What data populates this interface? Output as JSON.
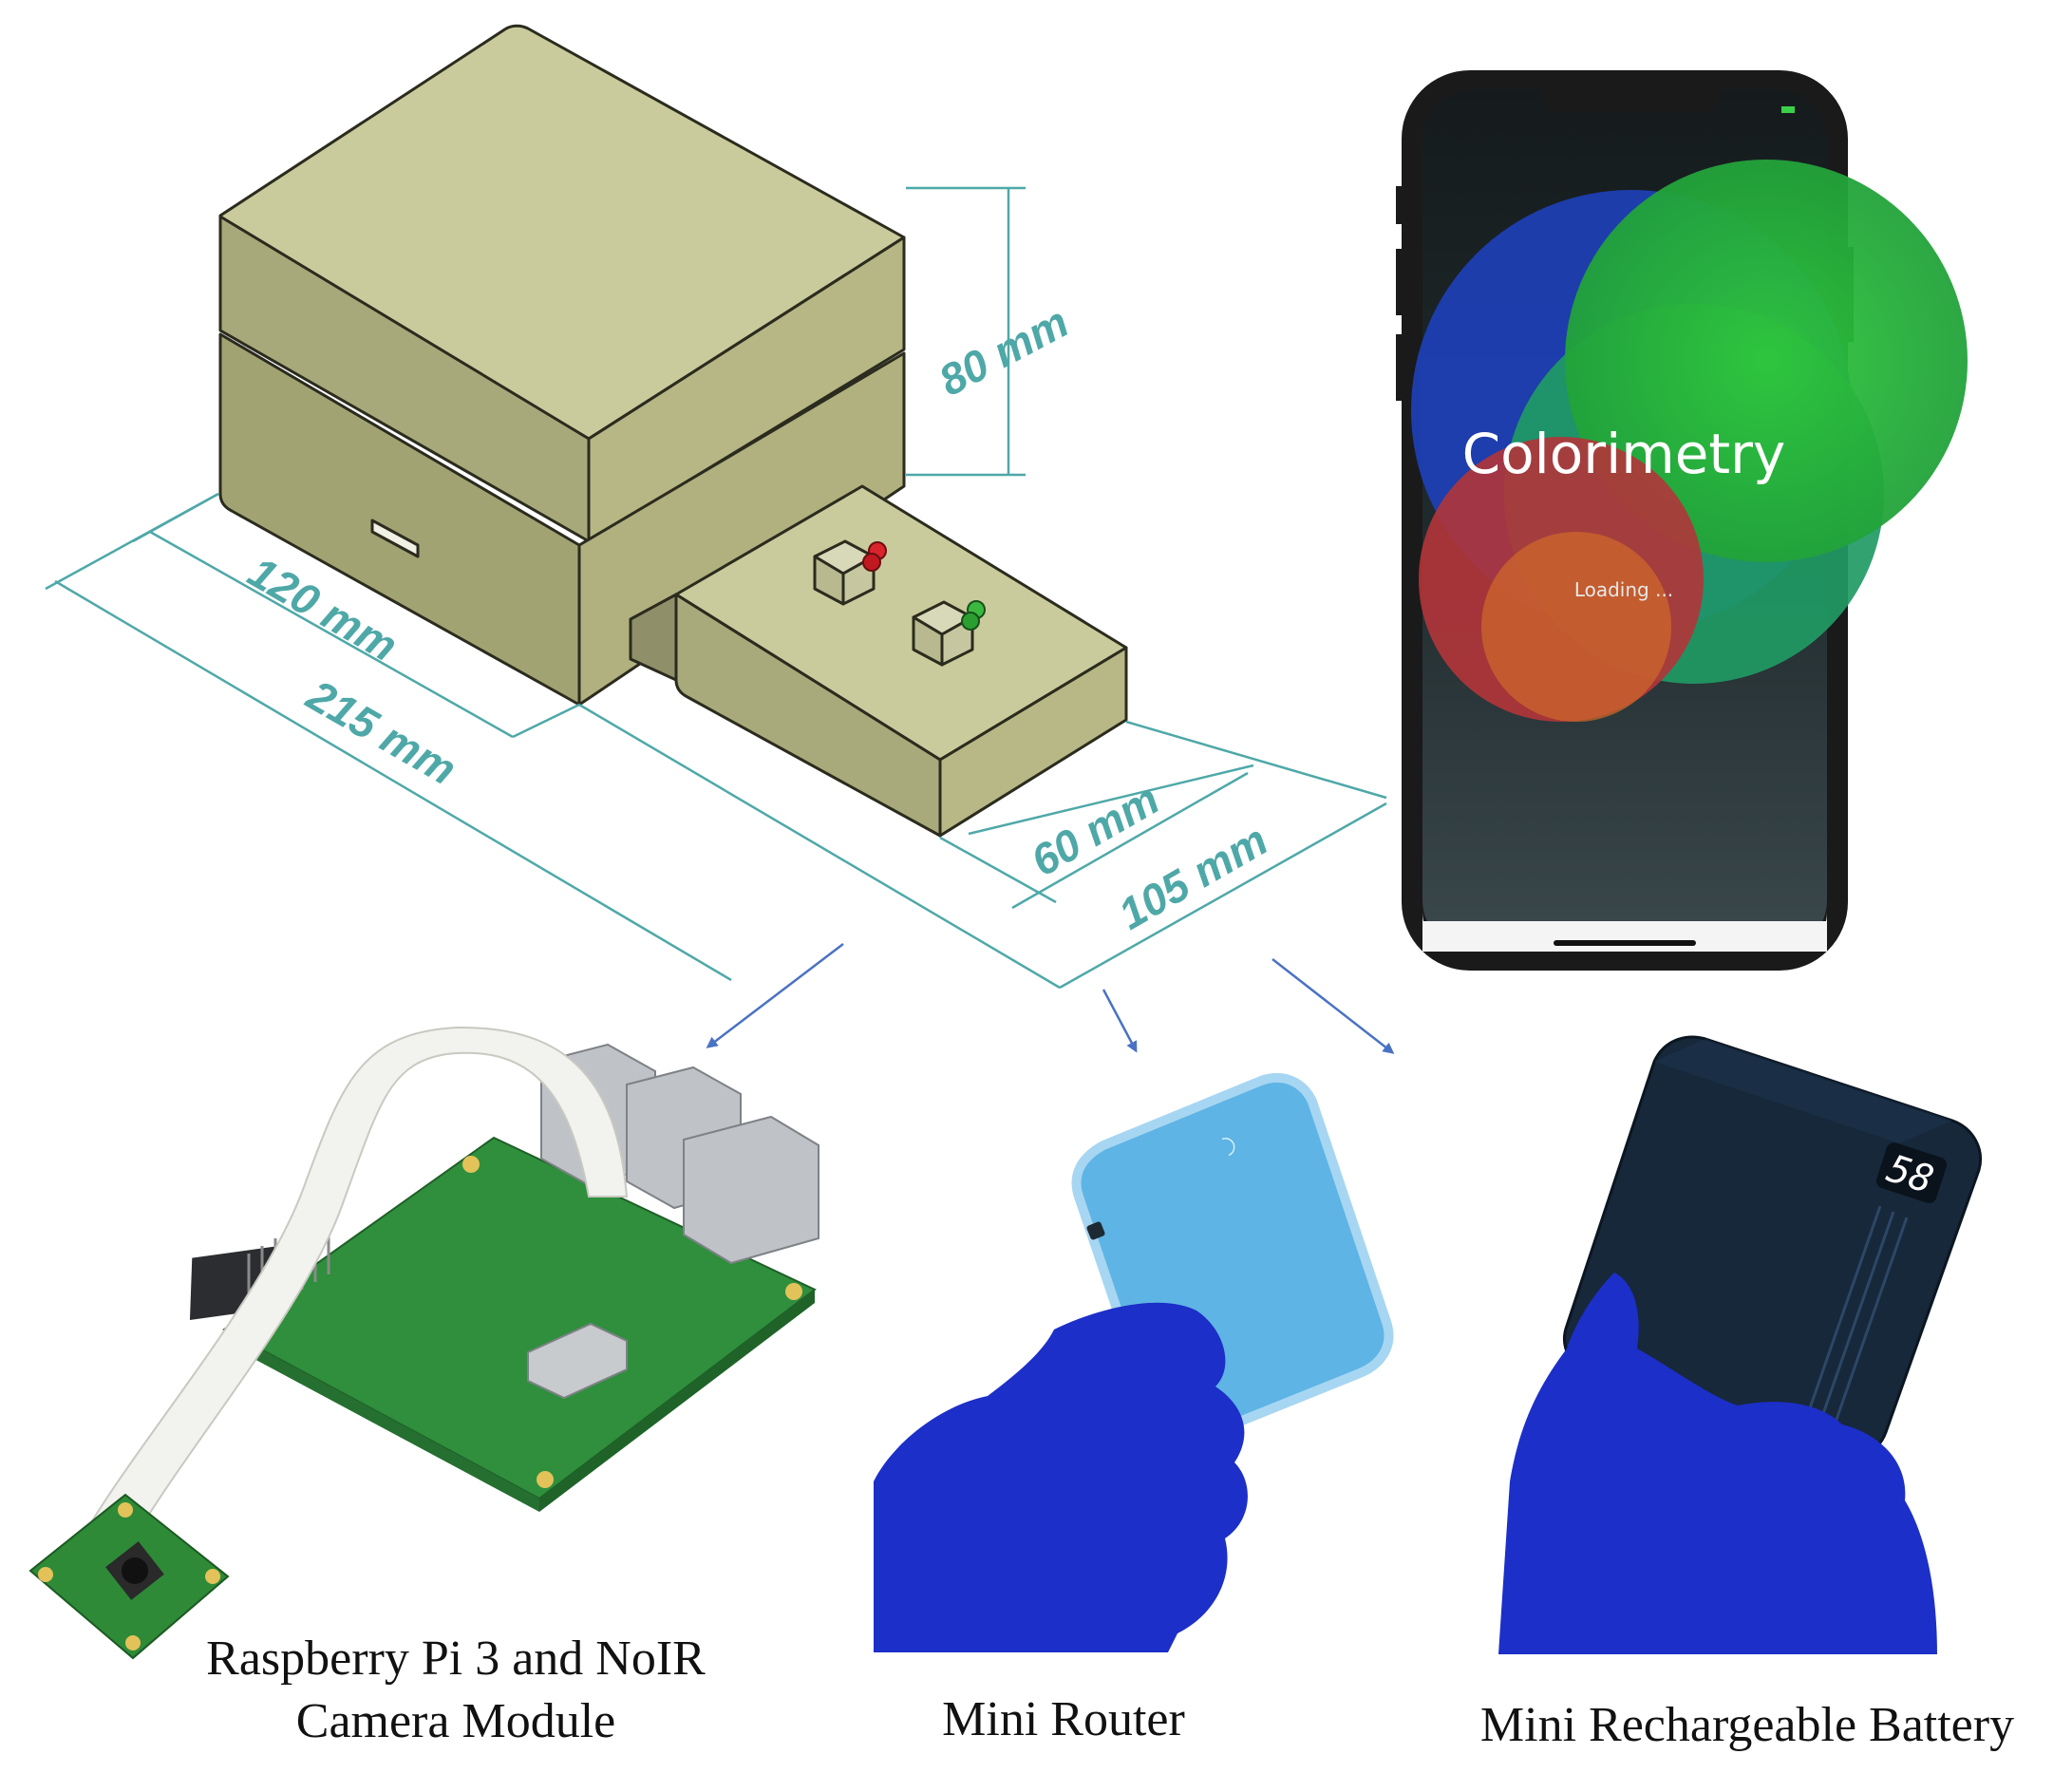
{
  "dimensions": {
    "height": "80 mm",
    "depth": "120 mm",
    "total_length": "215 mm",
    "arm_width": "60 mm",
    "total_width": "105 mm"
  },
  "phone": {
    "app_title": "Colorimetry",
    "status": "Loading ..."
  },
  "battery": {
    "display": "58"
  },
  "captions": {
    "raspberry_line1": "Raspberry Pi 3 and NoIR",
    "raspberry_line2": "Camera Module",
    "router": "Mini Router",
    "battery": "Mini Rechargeable Battery"
  },
  "colors": {
    "enclosure": "#c9cb9c",
    "dimension_lines": "#4fa8a8",
    "arrows": "#4a72c4",
    "glove": "#1c2fc8"
  }
}
